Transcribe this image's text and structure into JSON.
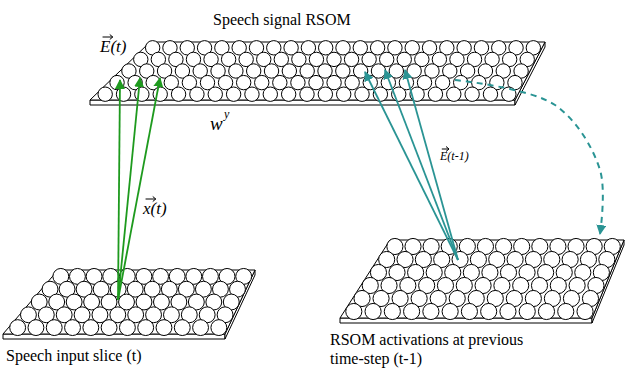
{
  "diagram": {
    "nodes": [
      {
        "text": [
          "Speech signal RSOM"
        ]
      },
      {
        "text": [
          "Speech input slice (t)"
        ]
      },
      {
        "text": [
          "RSOM activations at previous time-step (t-1)"
        ]
      }
    ],
    "edges": [
      {
        "from": 1,
        "to": 0,
        "arrow": "to"
      },
      {
        "from": 1,
        "to": 0,
        "arrow": "to"
      },
      {
        "from": 1,
        "to": 0,
        "arrow": "to"
      },
      {
        "from": 2,
        "to": 0,
        "arrow": "to"
      },
      {
        "from": 2,
        "to": 0,
        "arrow": "to"
      },
      {
        "from": 2,
        "to": 0,
        "arrow": "to"
      },
      {
        "from": 0,
        "to": 2,
        "arrow": "to"
      }
    ],
    "labels": [
      "E(t)",
      "x(t)",
      "w",
      "y",
      "E(t-1)"
    ]
  }
}
